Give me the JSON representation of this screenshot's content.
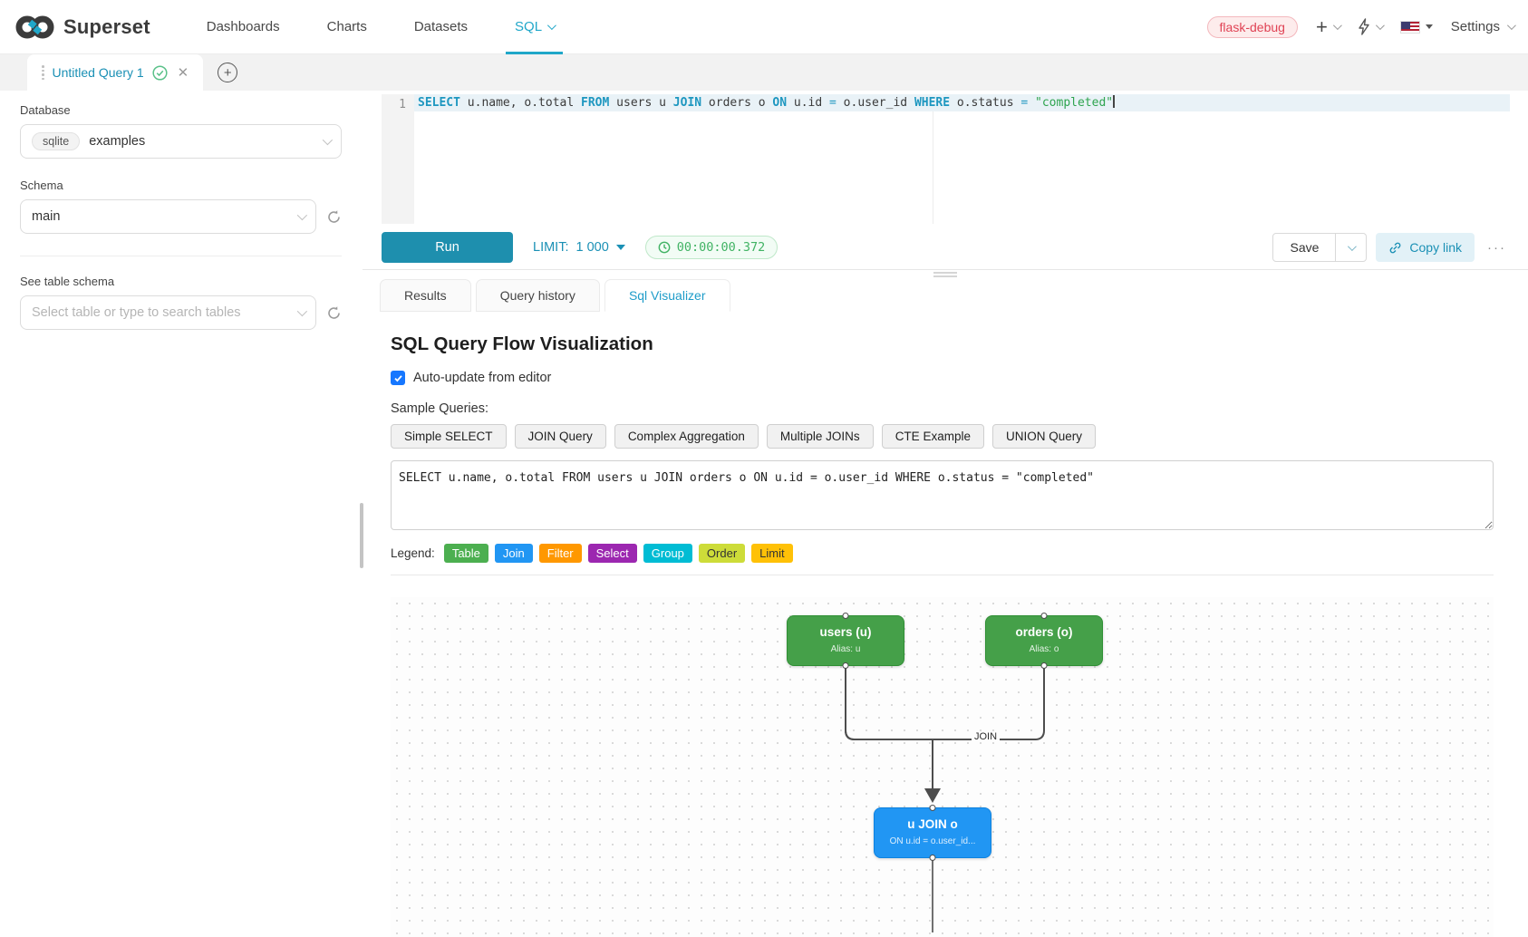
{
  "navbar": {
    "brand": "Superset",
    "items": [
      {
        "label": "Dashboards",
        "active": false,
        "has_caret": false
      },
      {
        "label": "Charts",
        "active": false,
        "has_caret": false
      },
      {
        "label": "Datasets",
        "active": false,
        "has_caret": false
      },
      {
        "label": "SQL",
        "active": true,
        "has_caret": true
      }
    ],
    "env_badge": "flask-debug",
    "settings_label": "Settings",
    "accent_color": "#20a7c9"
  },
  "tabbar": {
    "active_tab": "Untitled Query 1"
  },
  "sidebar": {
    "database_label": "Database",
    "database_tag": "sqlite",
    "database_value": "examples",
    "schema_label": "Schema",
    "schema_value": "main",
    "table_label": "See table schema",
    "table_placeholder": "Select table or type to search tables"
  },
  "editor": {
    "line_number": "1",
    "sql": "SELECT u.name, o.total FROM users u JOIN orders o ON u.id = o.user_id WHERE o.status = \"completed\"",
    "tokens": [
      {
        "t": "SELECT",
        "c": "kw"
      },
      {
        "t": " u.name, o.total ",
        "c": "pl"
      },
      {
        "t": "FROM",
        "c": "kw"
      },
      {
        "t": " users u ",
        "c": "pl"
      },
      {
        "t": "JOIN",
        "c": "kw"
      },
      {
        "t": " orders o ",
        "c": "pl"
      },
      {
        "t": "ON",
        "c": "kw"
      },
      {
        "t": " u.id ",
        "c": "pl"
      },
      {
        "t": "=",
        "c": "op"
      },
      {
        "t": " o.user_id ",
        "c": "pl"
      },
      {
        "t": "WHERE",
        "c": "kw"
      },
      {
        "t": " o.status ",
        "c": "pl"
      },
      {
        "t": "=",
        "c": "op"
      },
      {
        "t": " ",
        "c": "pl"
      },
      {
        "t": "\"completed\"",
        "c": "str"
      }
    ]
  },
  "toolbar": {
    "run_label": "Run",
    "limit_label": "LIMIT:",
    "limit_value": "1 000",
    "timer": "00:00:00.372",
    "save_label": "Save",
    "copy_link_label": "Copy link",
    "more_label": "···"
  },
  "south_tabs": {
    "items": [
      {
        "label": "Results",
        "active": false
      },
      {
        "label": "Query history",
        "active": false
      },
      {
        "label": "Sql Visualizer",
        "active": true
      }
    ]
  },
  "visualizer": {
    "title": "SQL Query Flow Visualization",
    "auto_update_label": "Auto-update from editor",
    "auto_update_checked": true,
    "sample_queries_label": "Sample Queries:",
    "sample_queries": [
      "Simple SELECT",
      "JOIN Query",
      "Complex Aggregation",
      "Multiple JOINs",
      "CTE Example",
      "UNION Query"
    ],
    "query_text": "SELECT u.name, o.total FROM users u JOIN orders o ON u.id = o.user_id WHERE o.status = \"completed\"",
    "legend_label": "Legend:",
    "legend": [
      {
        "label": "Table",
        "color": "#4caf50",
        "text": "#ffffff"
      },
      {
        "label": "Join",
        "color": "#2196f3",
        "text": "#ffffff"
      },
      {
        "label": "Filter",
        "color": "#ff9800",
        "text": "#ffffff"
      },
      {
        "label": "Select",
        "color": "#9c27b0",
        "text": "#ffffff"
      },
      {
        "label": "Group",
        "color": "#00bcd4",
        "text": "#ffffff"
      },
      {
        "label": "Order",
        "color": "#cddc39",
        "text": "#333333"
      },
      {
        "label": "Limit",
        "color": "#ffc107",
        "text": "#333333"
      }
    ]
  },
  "flow": {
    "edge_label": "JOIN",
    "nodes": [
      {
        "title": "users (u)",
        "subtitle": "Alias: u",
        "color": "#45a049"
      },
      {
        "title": "orders (o)",
        "subtitle": "Alias: o",
        "color": "#45a049"
      },
      {
        "title": "u JOIN o",
        "subtitle": "ON u.id = o.user_id...",
        "color": "#2196f3"
      }
    ]
  }
}
